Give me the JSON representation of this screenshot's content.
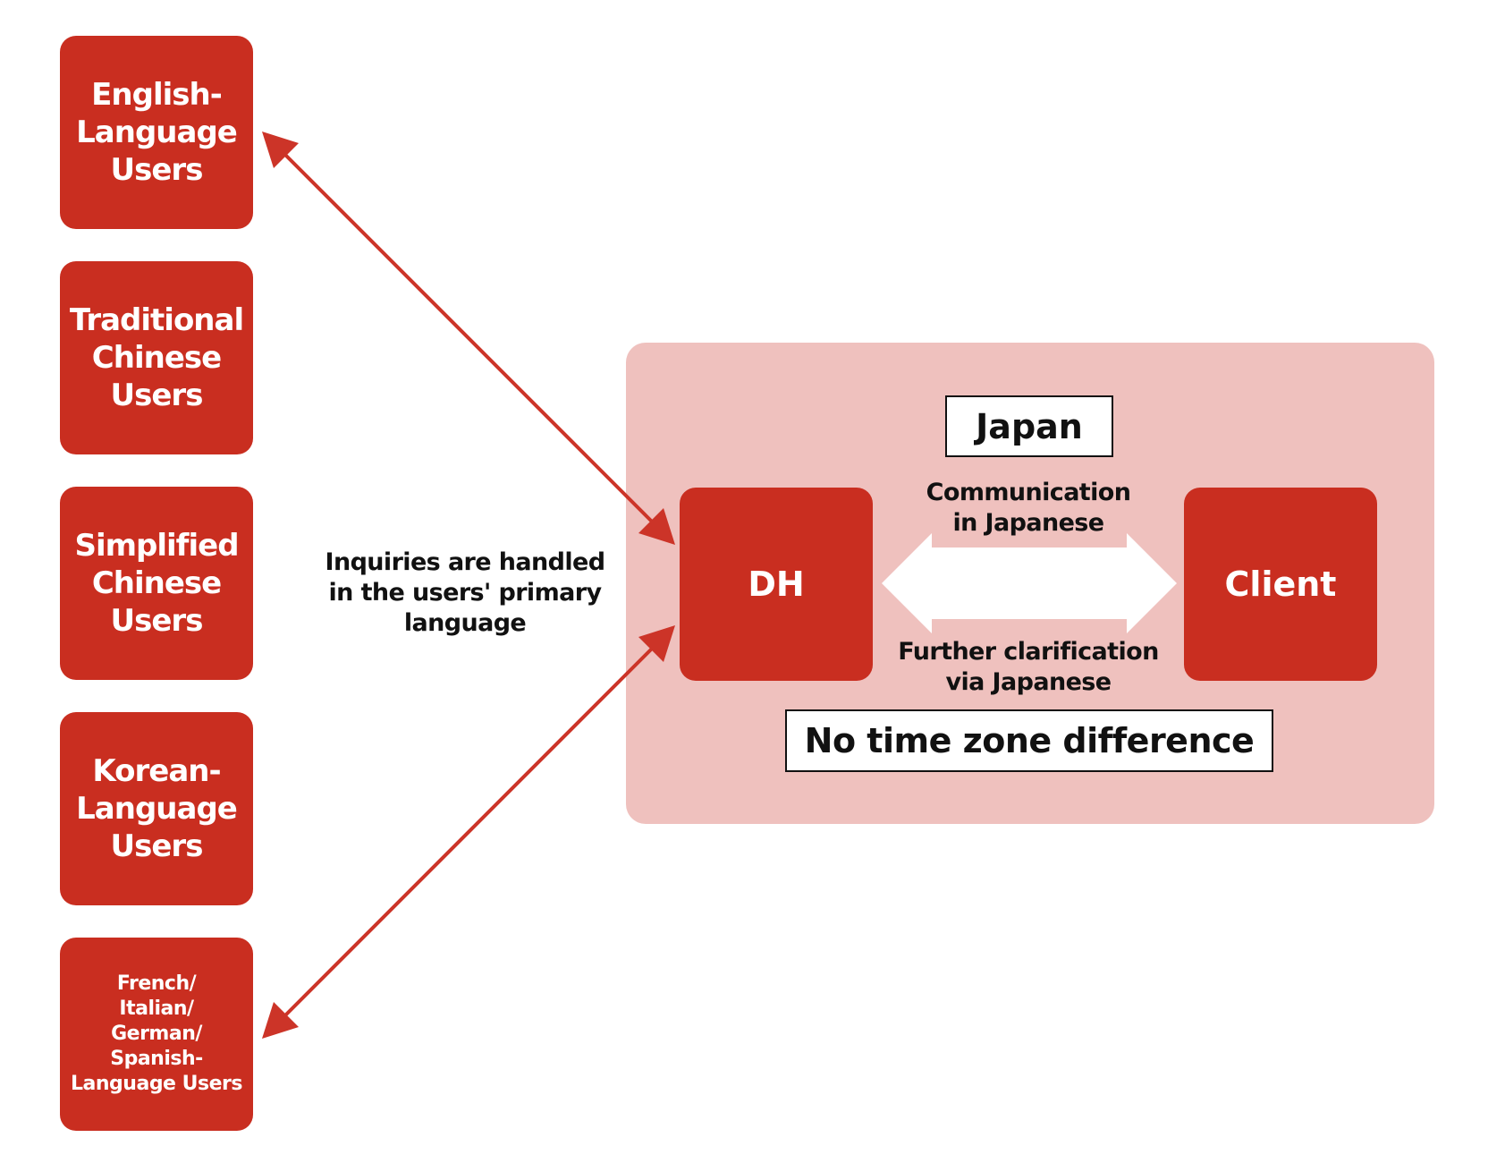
{
  "users": [
    {
      "id": "english",
      "label": "English-\nLanguage\nUsers"
    },
    {
      "id": "traditional-chinese",
      "label": "Traditional\nChinese\nUsers"
    },
    {
      "id": "simplified-chinese",
      "label": "Simplified\nChinese\nUsers"
    },
    {
      "id": "korean",
      "label": "Korean-\nLanguage\nUsers"
    },
    {
      "id": "european",
      "label": "French/\nItalian/\nGerman/\nSpanish-\nLanguage Users"
    }
  ],
  "inquiry_caption": "Inquiries are handled\nin the users' primary\nlanguage",
  "region": {
    "label": "Japan",
    "timezone_label": "No time zone difference"
  },
  "nodes": {
    "dh": "DH",
    "client": "Client"
  },
  "communication_caption": "Communication\nin Japanese",
  "clarification_caption": "Further clarification\nvia Japanese",
  "colors": {
    "primary_red": "#c92e20",
    "region_pink": "#efc1be",
    "arrow_red": "#cc3428"
  }
}
